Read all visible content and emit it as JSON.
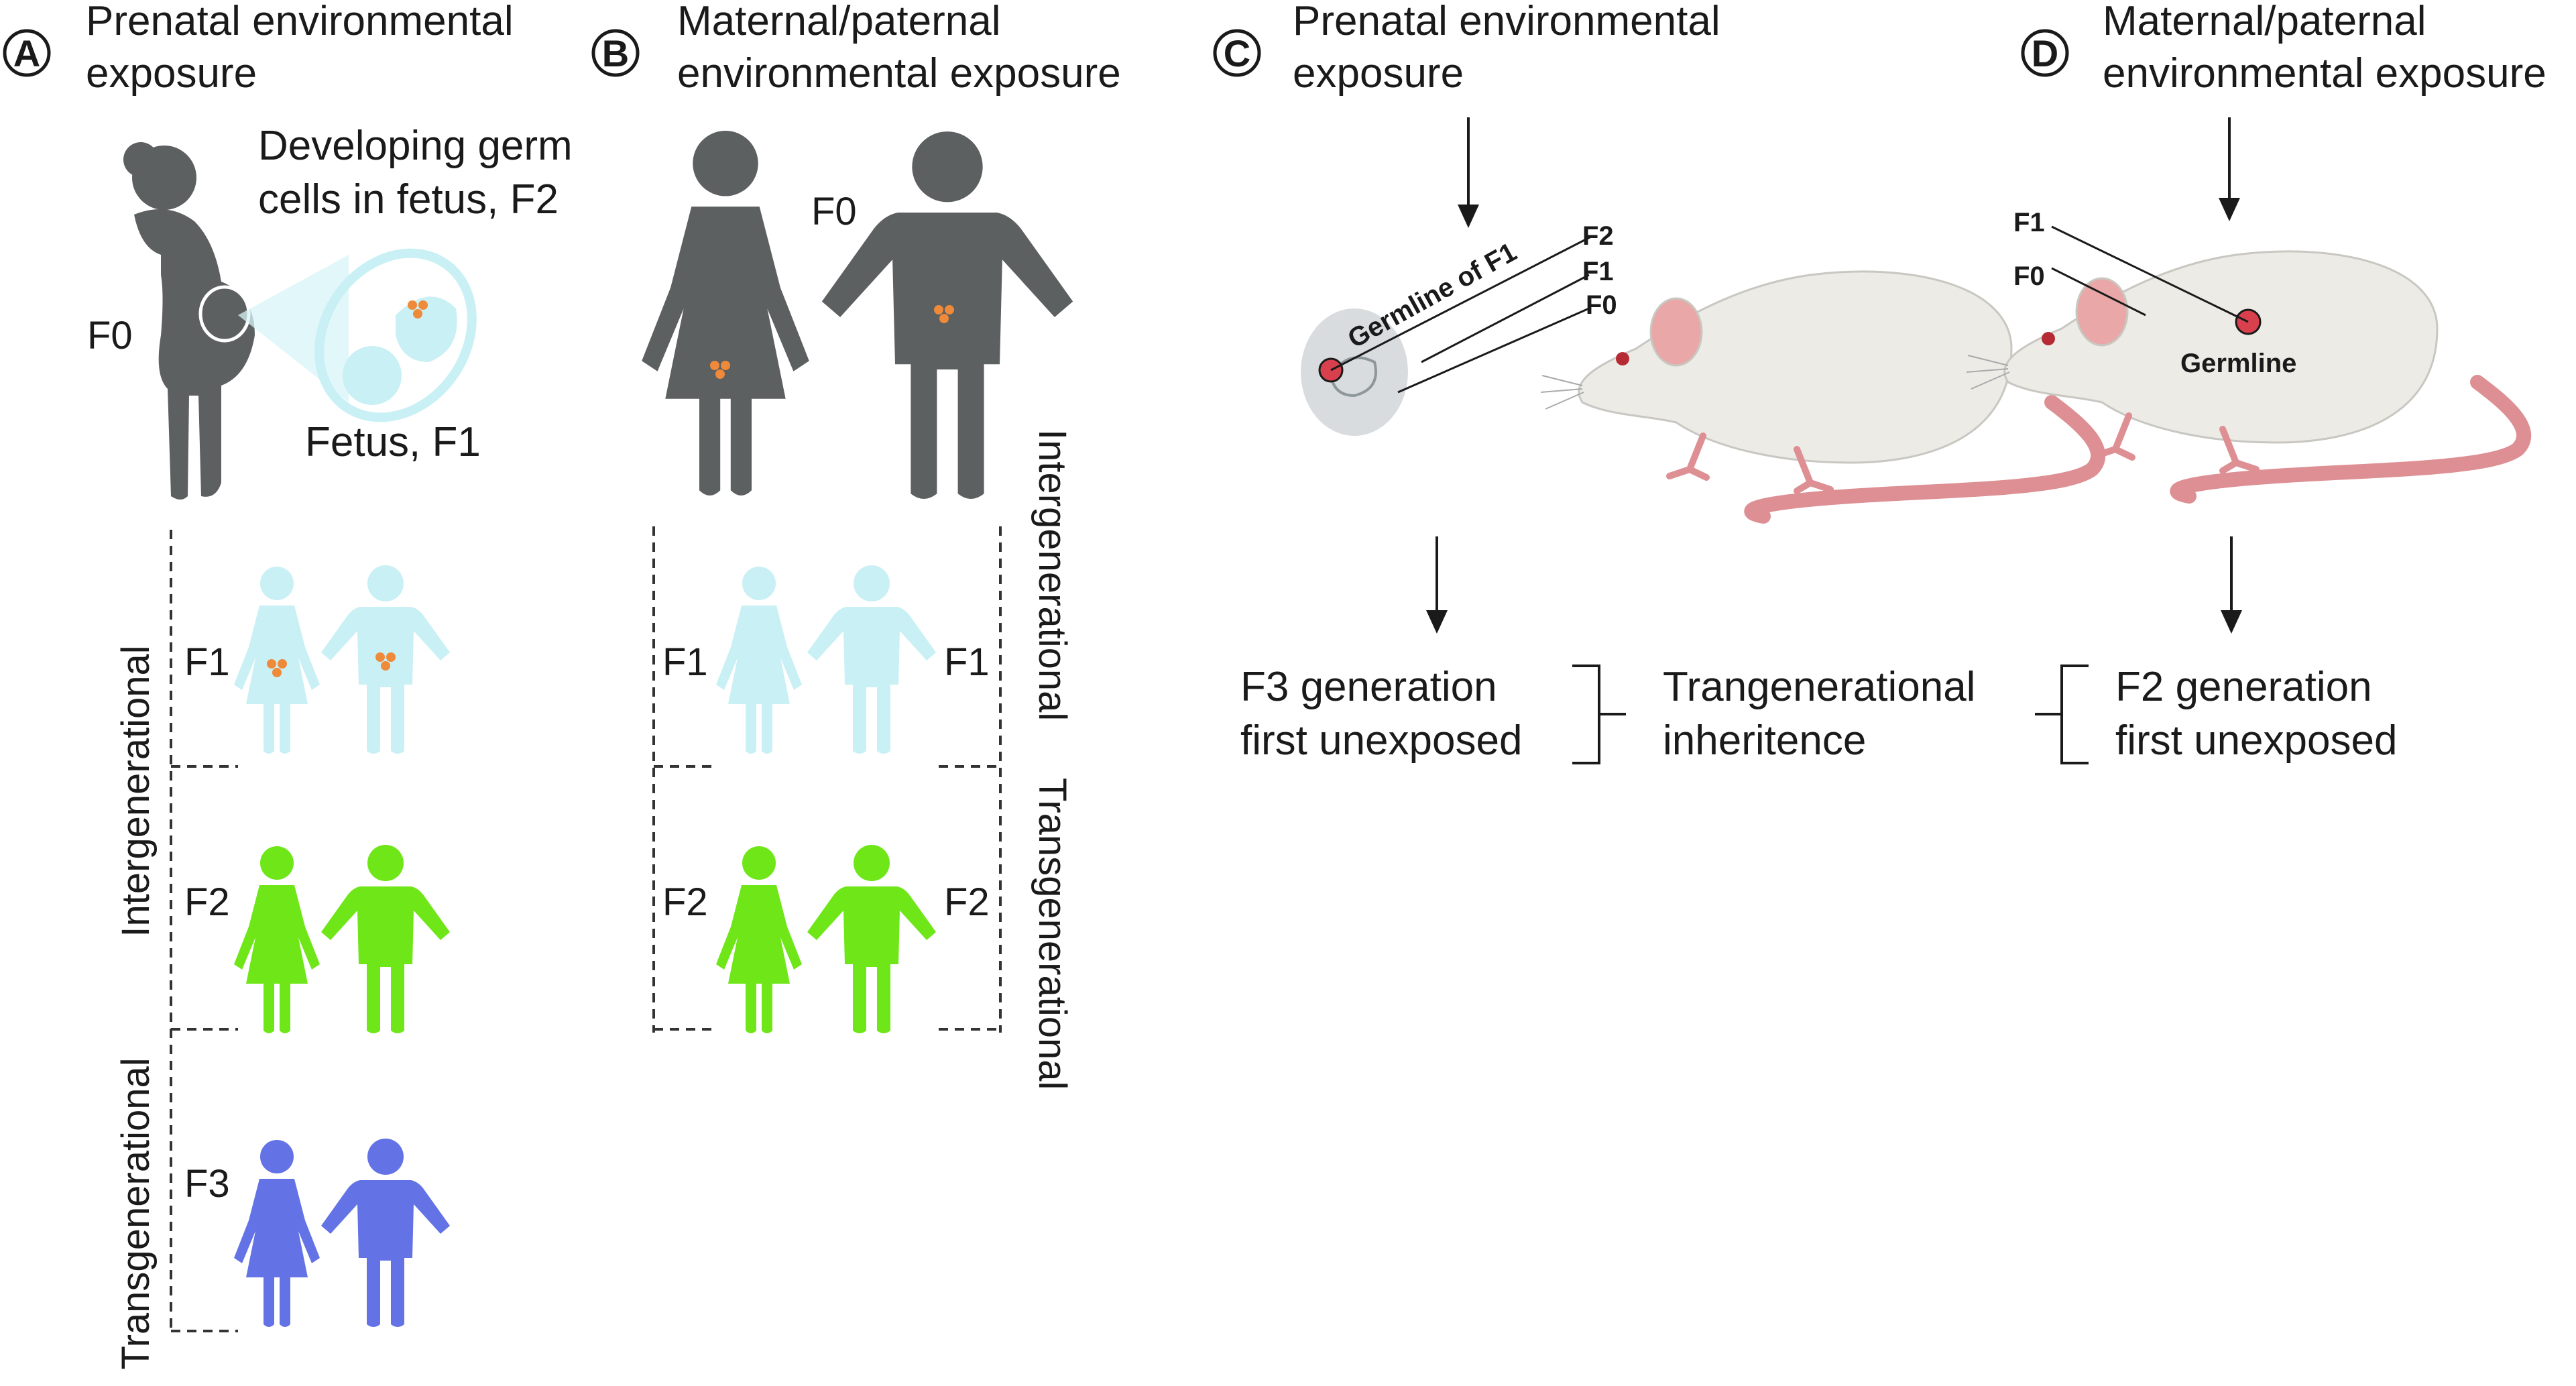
{
  "panel_a": {
    "letter": "A",
    "title_line1": "Prenatal environmental",
    "title_line2": "exposure",
    "germ_line1": "Developing germ",
    "germ_line2": "cells in fetus, F2",
    "f0": "F0",
    "fetus": "Fetus, F1",
    "f1": "F1",
    "f2": "F2",
    "f3": "F3",
    "inter": "Intergenerational",
    "trans": "Transgenerational"
  },
  "panel_b": {
    "letter": "B",
    "title_line1": "Maternal/paternal",
    "title_line2": "environmental exposure",
    "f0": "F0",
    "f1_left": "F1",
    "f1_right": "F1",
    "f2_left": "F2",
    "f2_right": "F2",
    "inter": "Intergenerational",
    "trans": "Transgenerational"
  },
  "panel_c": {
    "letter": "C",
    "title_line1": "Prenatal environmental",
    "title_line2": "exposure",
    "germline_of_f1": "Germline of F1",
    "f2": "F2",
    "f1": "F1",
    "f0": "F0",
    "result_line1": "F3 generation",
    "result_line2": "first unexposed"
  },
  "panel_d": {
    "letter": "D",
    "title_line1": "Maternal/paternal",
    "title_line2": "environmental exposure",
    "f1": "F1",
    "f0": "F0",
    "germline": "Germline",
    "result_line1": "F2 generation",
    "result_line2": "first unexposed"
  },
  "middle": {
    "line1": "Trangenerational",
    "line2": "inheritence"
  },
  "colors": {
    "parent_gray": "#5d6061",
    "f1_cyan": "#c9f0f4",
    "f2_green": "#6ee617",
    "f3_blue": "#6373e6",
    "germ_orange": "#ee8a3a",
    "mouse_body": "#ecebe6",
    "mouse_tail": "#dd8f93",
    "germline_red": "#d9404d"
  }
}
